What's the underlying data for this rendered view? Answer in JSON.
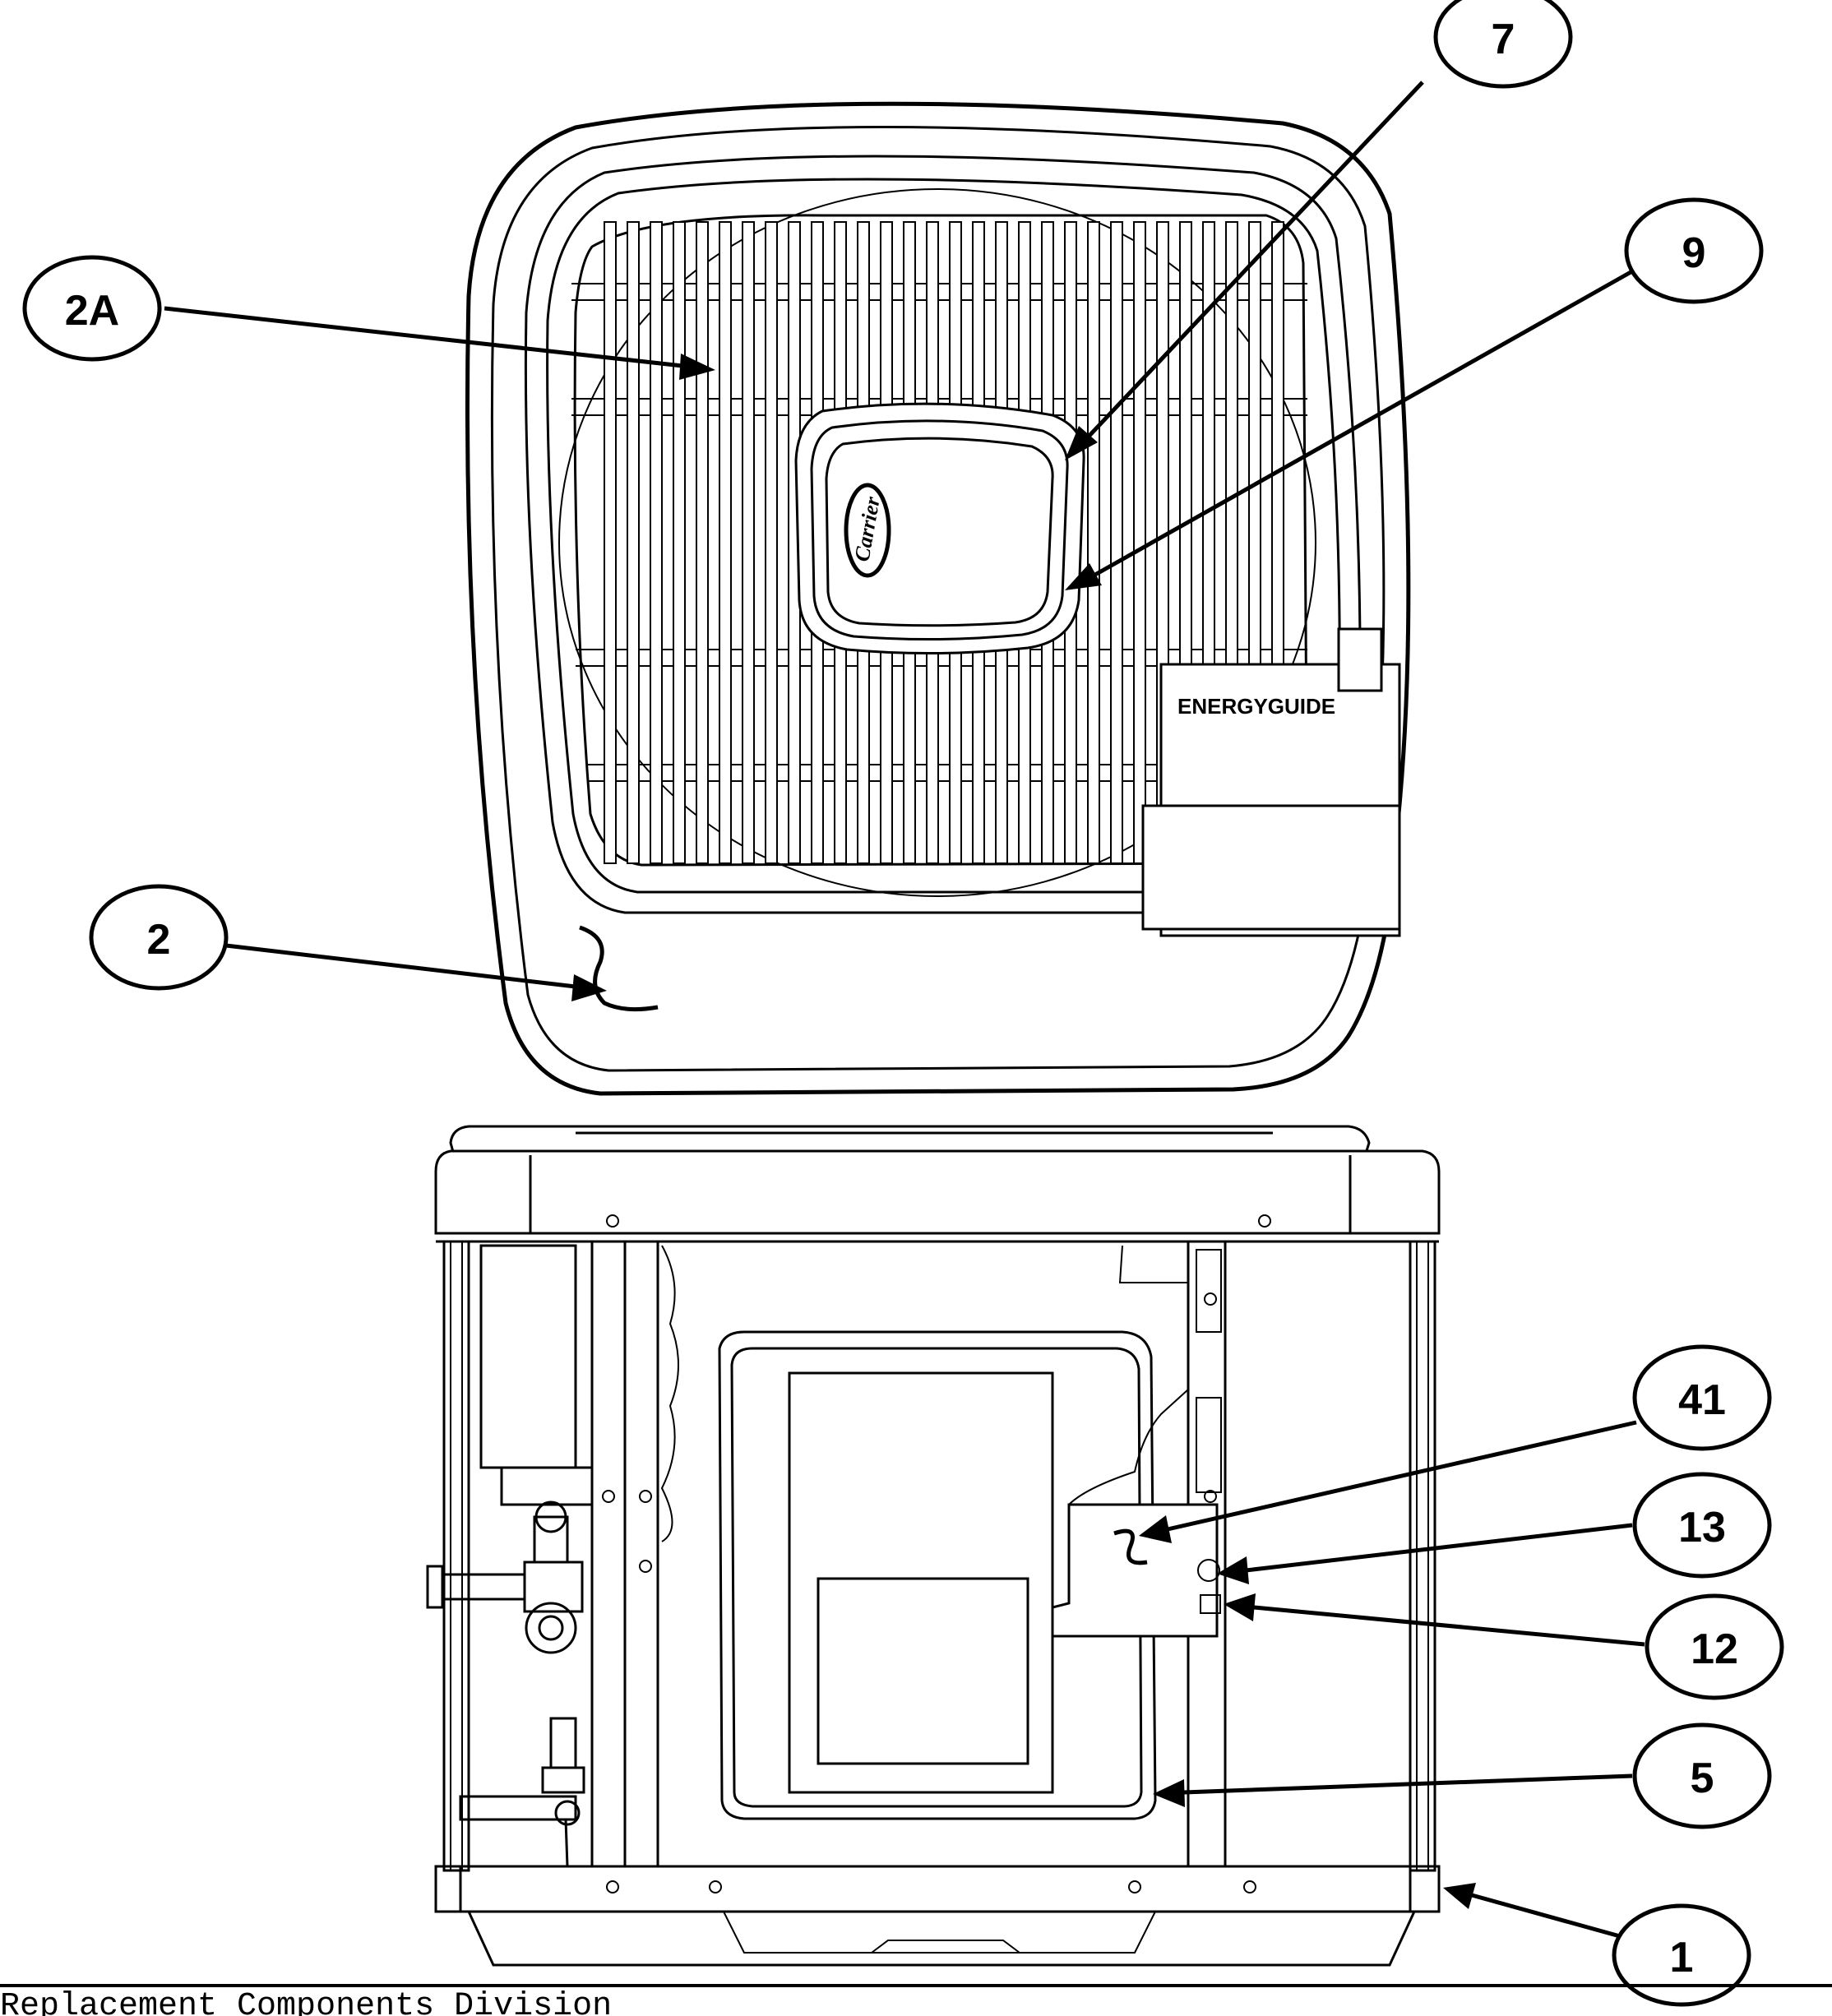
{
  "labels": {
    "energy_guide": "ENERGYGUIDE",
    "logo": "Carrier"
  },
  "callouts": [
    {
      "id": "2A",
      "label": "2A"
    },
    {
      "id": "7",
      "label": "7"
    },
    {
      "id": "9",
      "label": "9"
    },
    {
      "id": "2",
      "label": "2"
    },
    {
      "id": "41",
      "label": "41"
    },
    {
      "id": "13",
      "label": "13"
    },
    {
      "id": "12",
      "label": "12"
    },
    {
      "id": "5",
      "label": "5"
    },
    {
      "id": "1",
      "label": "1"
    }
  ],
  "footer": {
    "text": "Replacement Components Division"
  }
}
